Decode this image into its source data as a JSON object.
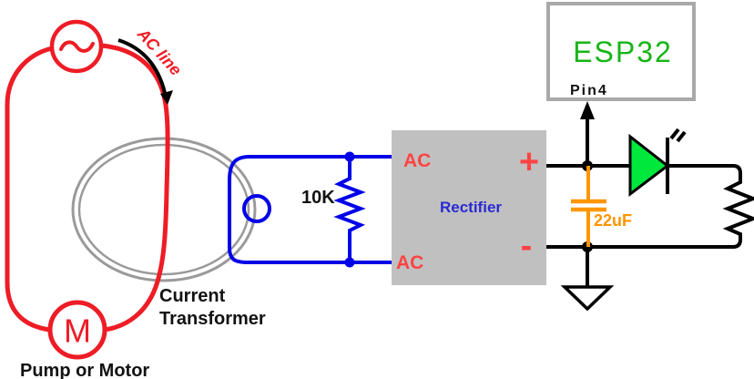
{
  "labels": {
    "ac_line": "AC line",
    "current_transformer_line1": "Current",
    "current_transformer_line2": "Transformer",
    "pump_or_motor": "Pump or Motor",
    "motor_symbol": "M",
    "resistor_value": "10K",
    "rectifier_ac_top": "AC",
    "rectifier_ac_bottom": "AC",
    "rectifier_name": "Rectifier",
    "dc_plus": "+",
    "dc_minus": "-",
    "capacitor_value": "22uF",
    "esp32": "ESP32",
    "esp32_pin": "Pin4"
  },
  "icons": {
    "ac_source": "sine-wave-in-circle",
    "motor": "m-in-circle",
    "ground": "down-triangle",
    "led": "green-diode-with-emission-marks",
    "flow_arrow": "curved-black-arrow"
  },
  "colors": {
    "wire_red": "#ee1c25",
    "wire_blue": "#0000e8",
    "wire_black": "#000000",
    "rectifier_box_gray": "#c0c0c0",
    "esp32_border_gray": "#a9a9a9",
    "transformer_core_gray": "#9a9a9a",
    "led_green": "#00e83c",
    "esp32_text_green": "#17b517",
    "capacitor_orange": "#ff9500",
    "label_red": "#ff4343",
    "rectifier_text_blue": "#2a2ad4",
    "background": "#ffffff"
  }
}
